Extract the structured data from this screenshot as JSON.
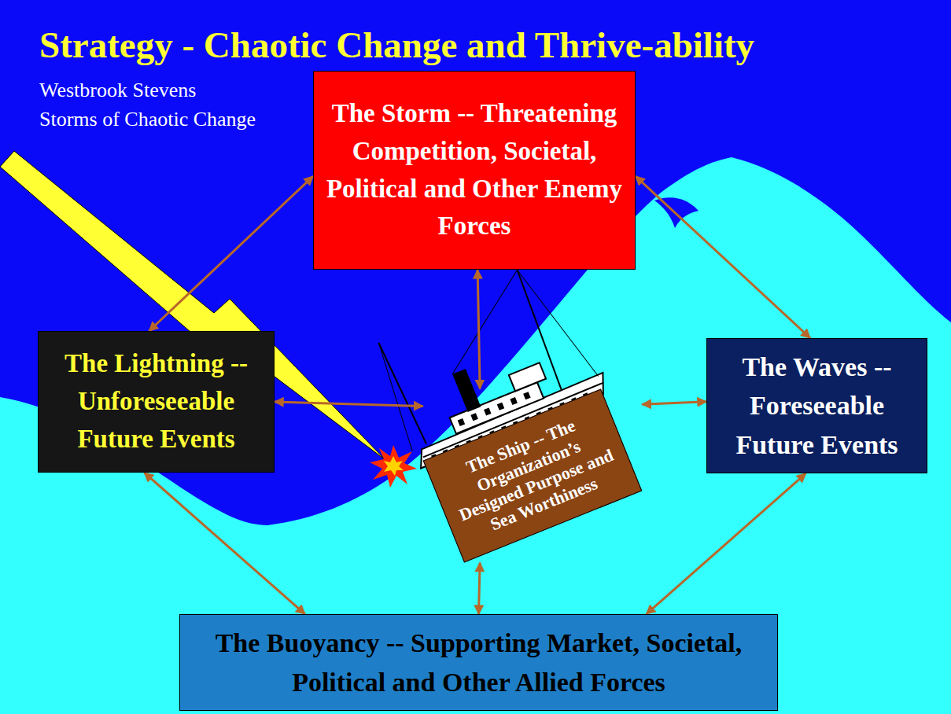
{
  "diagram": {
    "title": "Strategy - Chaotic Change and Thrive-ability",
    "nodes": [
      {
        "text": [
          "The Storm -- Threatening Competition, Societal, Political and Other Enemy Forces"
        ]
      },
      {
        "text": [
          "The Lightning -- Unforeseeable Future Events"
        ]
      },
      {
        "text": [
          "The Ship -- The Organization’s Designed Purpose and Sea Worthiness"
        ]
      },
      {
        "text": [
          "The Waves -- Foreseeable Future Events"
        ]
      },
      {
        "text": [
          "The Buoyancy -- Supporting Market, Societal, Political and Other Allied Forces"
        ]
      }
    ],
    "edges": [
      {
        "from": 0,
        "to": 1,
        "arrow": "both"
      },
      {
        "from": 0,
        "to": 3,
        "arrow": "both"
      },
      {
        "from": 0,
        "to": 2,
        "arrow": "both"
      },
      {
        "from": 1,
        "to": 2,
        "arrow": "both"
      },
      {
        "from": 2,
        "to": 3,
        "arrow": "both"
      },
      {
        "from": 1,
        "to": 4,
        "arrow": "both"
      },
      {
        "from": 2,
        "to": 4,
        "arrow": "both"
      },
      {
        "from": 3,
        "to": 4,
        "arrow": "both"
      }
    ],
    "labels": [
      "Westbrook Stevens",
      "Storms of Chaotic Change"
    ]
  }
}
